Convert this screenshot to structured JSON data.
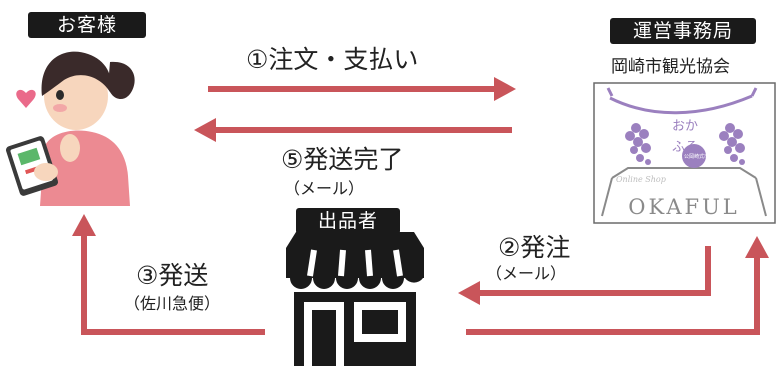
{
  "nodes": {
    "customer": {
      "label": "お客様"
    },
    "office": {
      "label": "運営事務局",
      "org": "岡崎市観光協会"
    },
    "seller": {
      "label": "出品者"
    }
  },
  "logo": {
    "hiragana_1": "おか",
    "hiragana_2": "ふる",
    "badge": "公岡崎式市",
    "script": "Online Shop",
    "wordmark": "OKAFUL"
  },
  "steps": {
    "s1": {
      "label": "①注文・支払い"
    },
    "s5": {
      "label": "⑤発送完了",
      "sub": "（メール）"
    },
    "s2": {
      "label": "②発注",
      "sub": "（メール）"
    },
    "s3": {
      "label": "③発送",
      "sub": "（佐川急便）"
    }
  },
  "colors": {
    "arrow": "#c9555a",
    "tag_bg": "#1a1a1a",
    "logo_purple": "#9b80bf"
  }
}
